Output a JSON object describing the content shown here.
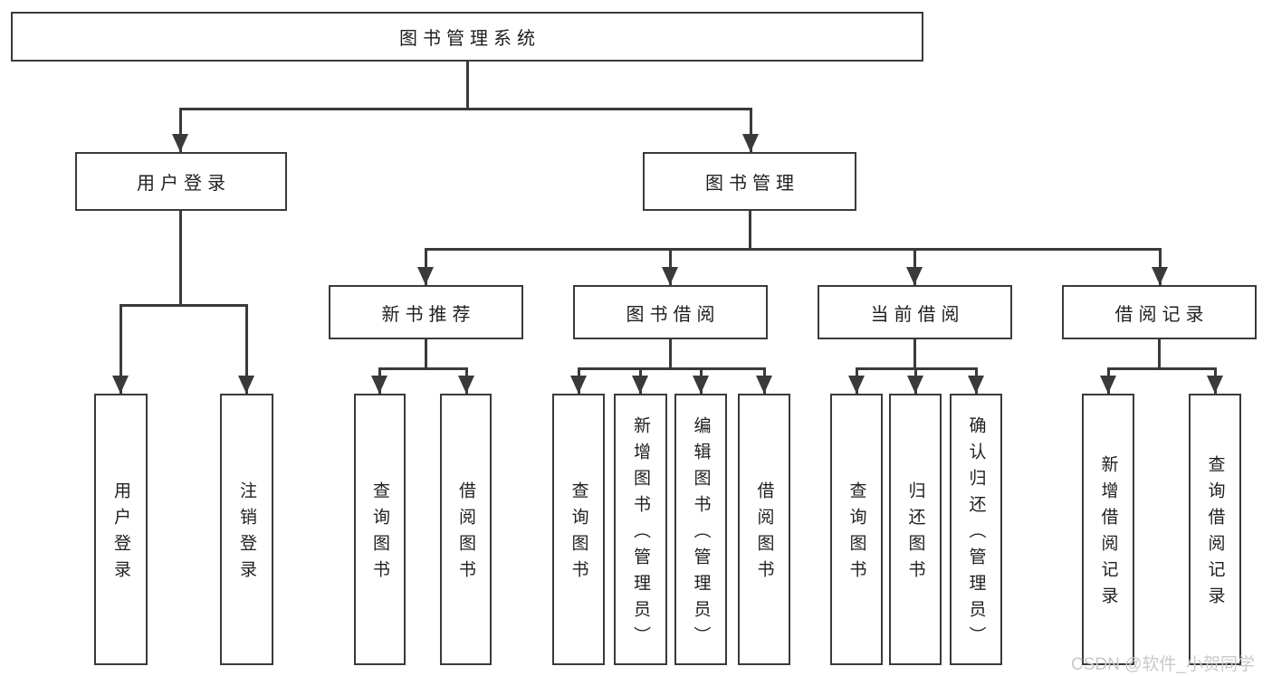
{
  "colors": {
    "line": "#3a3a3a",
    "box_bg": "#ffffff",
    "text": "#1f1f1f",
    "watermark": "#c9c9c9"
  },
  "root": {
    "label": "图书管理系统"
  },
  "l2": {
    "user_login": "用户登录",
    "book_mgmt": "图书管理"
  },
  "l3": {
    "new_books": "新书推荐",
    "book_borrow": "图书借阅",
    "current_borrow": "当前借阅",
    "borrow_records": "借阅记录"
  },
  "l4": {
    "user_login": "用户登录",
    "logout": "注销登录",
    "nb_query_books": "查询图书",
    "nb_borrow_books": "借阅图书",
    "bb_query_books": "查询图书",
    "bb_add_books": "新增图书（管理员）",
    "bb_edit_books": "编辑图书（管理员）",
    "bb_borrow_books": "借阅图书",
    "cb_query_books": "查询图书",
    "cb_return_books": "归还图书",
    "cb_confirm_return": "确认归还（管理员）",
    "br_add_record": "新增借阅记录",
    "br_query_record": "查询借阅记录"
  },
  "watermark": "CSDN @软件_小贺同学"
}
